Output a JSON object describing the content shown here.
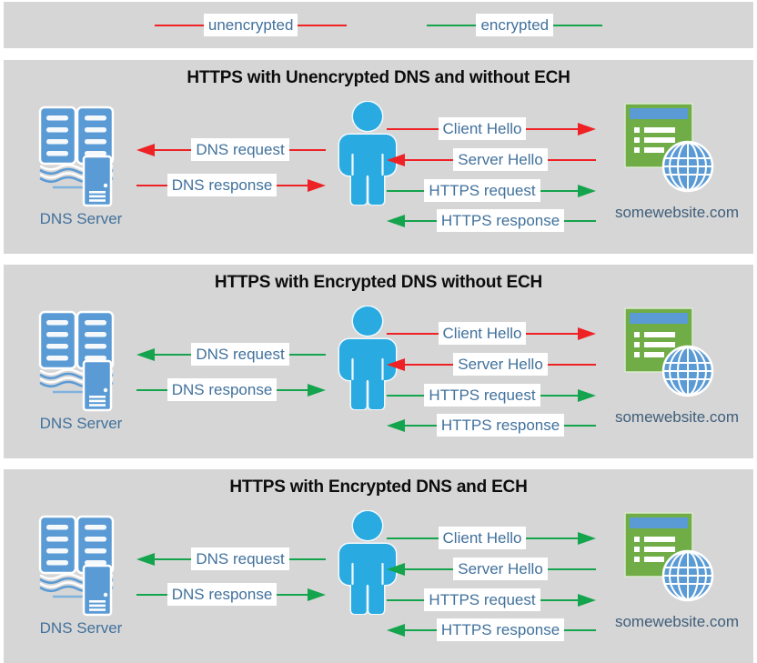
{
  "legend": {
    "items": [
      {
        "label": "unencrypted",
        "color": "red"
      },
      {
        "label": "encrypted",
        "color": "green"
      }
    ]
  },
  "colors": {
    "unencrypted_red": "#ee2125",
    "encrypted_green": "#14a44d",
    "panel_background": "#d6d6d6",
    "message_text": "#41719c",
    "icon_blue": "#5b9bd5",
    "person_blue": "#29abe2",
    "website_green": "#70ad47",
    "title_text": "#0d0d0d"
  },
  "panels": [
    {
      "title": "HTTPS with Unencrypted DNS and without ECH",
      "dns_server_label": "DNS Server",
      "website_label": "somewebsite.com",
      "dns_request": {
        "label": "DNS request",
        "color": "red"
      },
      "dns_response": {
        "label": "DNS response",
        "color": "red"
      },
      "client_hello": {
        "label": "Client Hello",
        "color": "red"
      },
      "server_hello": {
        "label": "Server Hello",
        "color": "red"
      },
      "https_request": {
        "label": "HTTPS request",
        "color": "green"
      },
      "https_response": {
        "label": "HTTPS response",
        "color": "green"
      }
    },
    {
      "title": "HTTPS with Encrypted DNS without ECH",
      "dns_server_label": "DNS Server",
      "website_label": "somewebsite.com",
      "dns_request": {
        "label": "DNS request",
        "color": "green"
      },
      "dns_response": {
        "label": "DNS response",
        "color": "green"
      },
      "client_hello": {
        "label": "Client Hello",
        "color": "red"
      },
      "server_hello": {
        "label": "Server Hello",
        "color": "red"
      },
      "https_request": {
        "label": "HTTPS request",
        "color": "green"
      },
      "https_response": {
        "label": "HTTPS response",
        "color": "green"
      }
    },
    {
      "title": "HTTPS with Encrypted DNS and ECH",
      "dns_server_label": "DNS Server",
      "website_label": "somewebsite.com",
      "dns_request": {
        "label": "DNS request",
        "color": "green"
      },
      "dns_response": {
        "label": "DNS response",
        "color": "green"
      },
      "client_hello": {
        "label": "Client Hello",
        "color": "green"
      },
      "server_hello": {
        "label": "Server Hello",
        "color": "green"
      },
      "https_request": {
        "label": "HTTPS request",
        "color": "green"
      },
      "https_response": {
        "label": "HTTPS response",
        "color": "green"
      }
    }
  ]
}
